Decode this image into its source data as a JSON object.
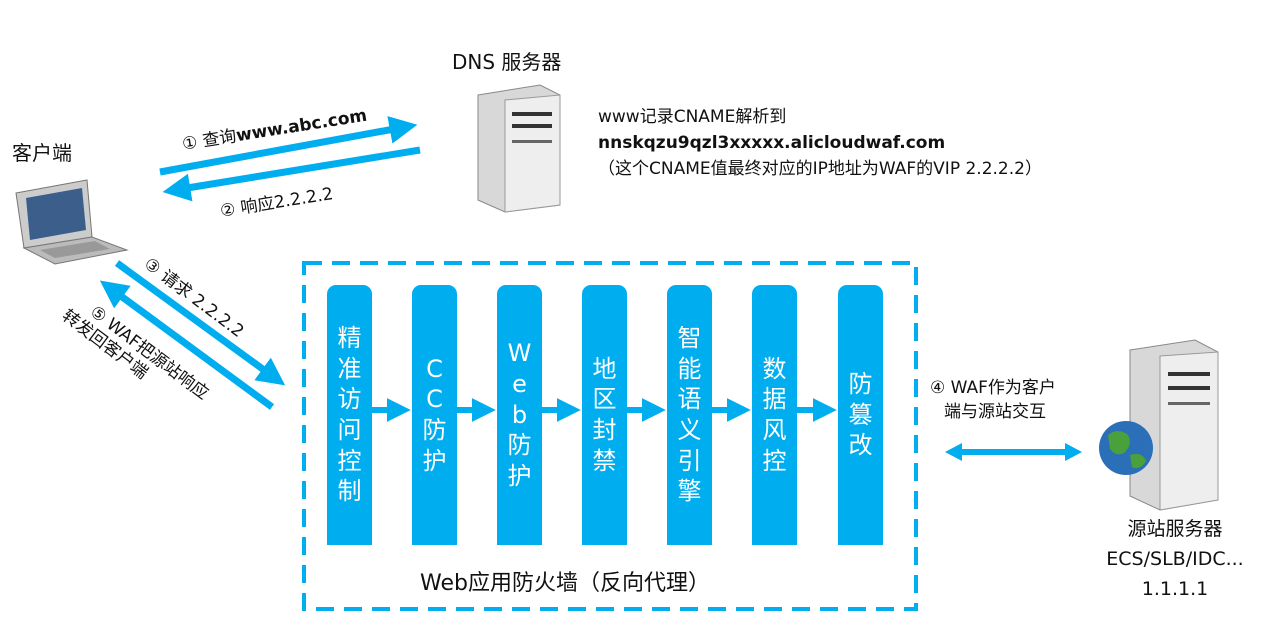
{
  "accent_color": "#00aeef",
  "dns": {
    "title": "DNS 服务器"
  },
  "client": {
    "title": "客户端"
  },
  "cname_note": {
    "line1": "www记录CNAME解析到",
    "line2": "nnskqzu9qzl3xxxxx.alicloudwaf.com",
    "line3": "（这个CNAME值最终对应的IP地址为WAF的VIP  2.2.2.2）"
  },
  "steps": {
    "step1": "①  查询",
    "step1_domain": "www.abc.com",
    "step2": "②  响应2.2.2.2",
    "step3": "③ 请求 2.2.2.2",
    "step5_line1": "⑤ WAF把源站响应",
    "step5_line2": "转发回客户端",
    "step4_line1": "④ WAF作为客户",
    "step4_line2": "端与源站交互"
  },
  "waf": {
    "title": "Web应用防火墙（反向代理）",
    "modules": [
      "精准访问控制",
      "CC防护",
      "Web防护",
      "地区封禁",
      "智能语义引擎",
      "数据风控",
      "防篡改"
    ]
  },
  "origin": {
    "title": "源站服务器",
    "subtitle": "ECS/SLB/IDC...",
    "ip": "1.1.1.1"
  }
}
